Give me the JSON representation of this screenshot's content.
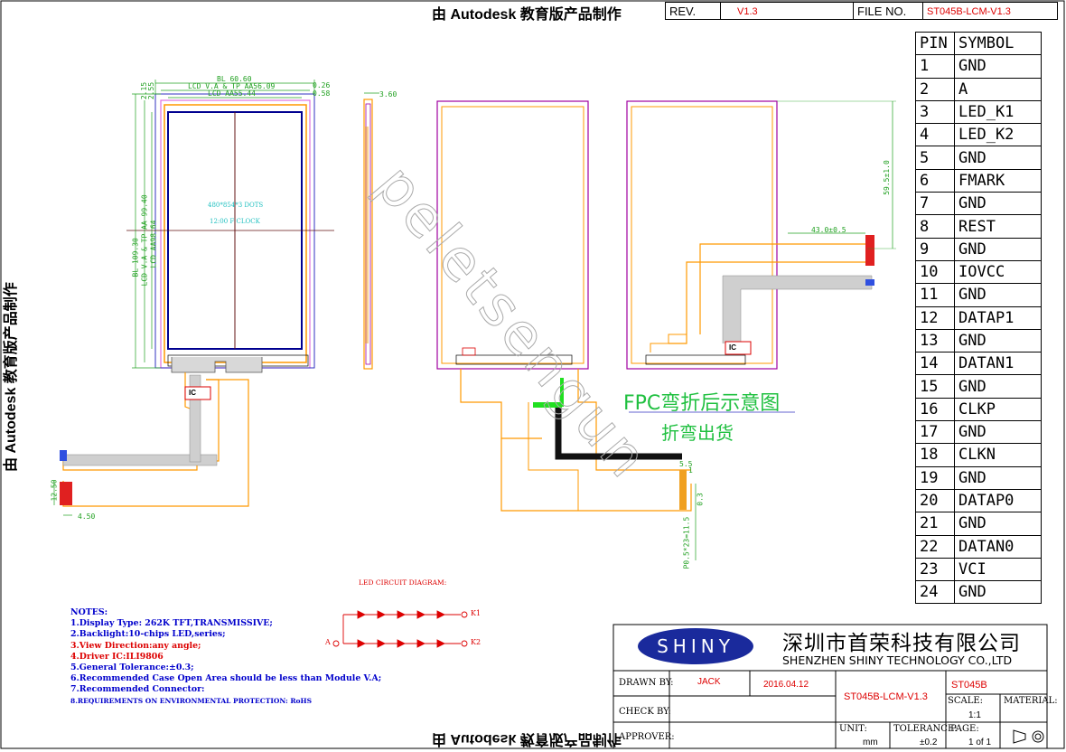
{
  "header": {
    "watermark": "由 Autodesk 教育版产品制作",
    "rev_label": "REV.",
    "rev_value": "V1.3",
    "file_label": "FILE  NO.",
    "file_value": "ST045B-LCM-V1.3"
  },
  "dimensions": {
    "bl_width": "BL 60.60",
    "lcd_va_tp_aa": "LCD V.A & TP AA56.09",
    "lcd_aa": "LCD AA55.44",
    "d_215": "2.15",
    "d_255": "2.55",
    "d_026": "0.26",
    "d_058": "0.58",
    "thickness": "3.60",
    "bl_height": "BL 109.30",
    "lcd_va_tp_aa_h": "LCD V.A & TP AA 99.40",
    "lcd_aa_h": "LCD AA98.64",
    "d_1250": "12.50",
    "d_450": "4.50",
    "fpc_595": "59.5±1.0",
    "fpc_430": "43.0±0.5",
    "d_55": "5.5",
    "d_03": "0.3",
    "d_pitch": "P0.5*23=11.5",
    "d_1": "1"
  },
  "screen_text": {
    "dots": "480*854*3 DOTS",
    "clock": "12:00 F CLOCK"
  },
  "fpc_note": {
    "line1": "FPC弯折后示意图",
    "line2": "折弯出货"
  },
  "ic_label": "IC",
  "pins": {
    "header_pin": "PIN",
    "header_symbol": "SYMBOL",
    "rows": [
      [
        "1",
        "GND"
      ],
      [
        "2",
        "A"
      ],
      [
        "3",
        "LED_K1"
      ],
      [
        "4",
        "LED_K2"
      ],
      [
        "5",
        "GND"
      ],
      [
        "6",
        "FMARK"
      ],
      [
        "7",
        "GND"
      ],
      [
        "8",
        "REST"
      ],
      [
        "9",
        "GND"
      ],
      [
        "10",
        "IOVCC"
      ],
      [
        "11",
        "GND"
      ],
      [
        "12",
        "DATAP1"
      ],
      [
        "13",
        "GND"
      ],
      [
        "14",
        "DATAN1"
      ],
      [
        "15",
        "GND"
      ],
      [
        "16",
        "CLKP"
      ],
      [
        "17",
        "GND"
      ],
      [
        "18",
        "CLKN"
      ],
      [
        "19",
        "GND"
      ],
      [
        "20",
        "DATAP0"
      ],
      [
        "21",
        "GND"
      ],
      [
        "22",
        "DATAN0"
      ],
      [
        "23",
        "VCI"
      ],
      [
        "24",
        "GND"
      ]
    ]
  },
  "led_diagram": {
    "title": "LED CIRCUIT DIAGRAM:",
    "k1": "K1",
    "k2": "K2",
    "a": "A"
  },
  "notes": {
    "title": "NOTES:",
    "items": [
      "1.Display Type: 262K TFT,TRANSMISSIVE;",
      "2.Backlight:10-chips LED,series;",
      "3.View Direction:any angle;",
      "4.Driver IC:ILI9806",
      "5.General Tolerance:±0.3;",
      "6.Recommended Case Open Area should be less than Module V.A;",
      "7.Recommended Connector:",
      "8.REQUIREMENTS ON ENVIRONMENTAL PROTECTION: RoHS"
    ]
  },
  "title_block": {
    "logo": "SHINY",
    "company_cn": "深圳市首荣科技有限公司",
    "company_en": "SHENZHEN SHINY TECHNOLOGY CO.,LTD",
    "drawn_by_label": "DRAWN BY:",
    "drawn_by": "JACK",
    "date": "2016.04.12",
    "part_name": "ST045B-LCM-V1.3",
    "model": "ST045B",
    "check_by_label": "CHECK BY:",
    "approve_label": "APPROVER:",
    "scale_label": "SCALE:",
    "scale": "1:1",
    "material_label": "MATERIAL:",
    "unit_label": "UNIT:",
    "unit": "mm",
    "tolerance_label": "TOLERANCE:",
    "tolerance": "±0.2",
    "page_label": "PAGE:",
    "page": "1 of 1"
  },
  "diagonal_watermark": "peletsengun"
}
